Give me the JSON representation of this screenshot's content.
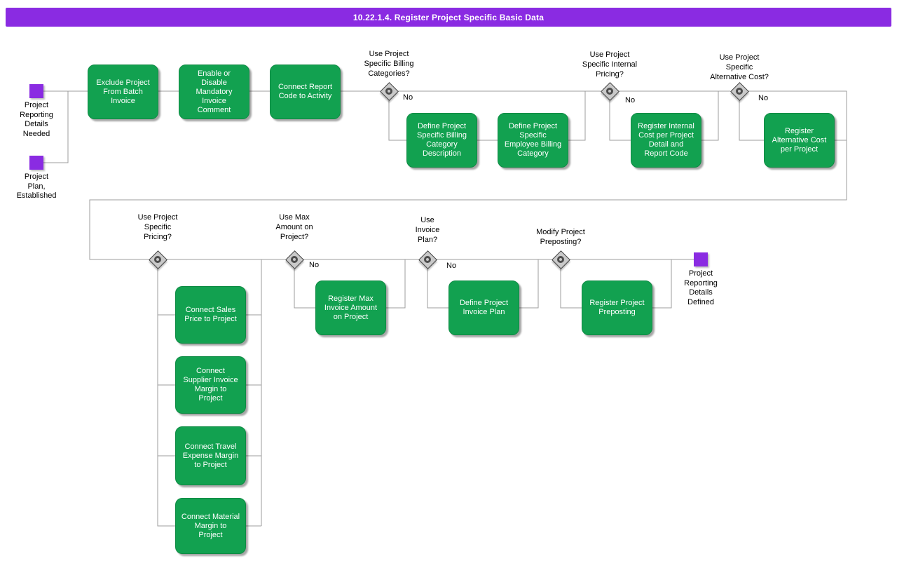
{
  "title": "10.22.1.4. Register Project Specific Basic Data",
  "colors": {
    "header": "#8A2BE2",
    "activity": "#12A150",
    "event": "#8A2BE2",
    "line": "#9C9C9C"
  },
  "events": {
    "start1": {
      "label": "Project\nReporting\nDetails\nNeeded"
    },
    "start2": {
      "label": "Project\nPlan,\nEstablished"
    },
    "end1": {
      "label": "Project\nReporting\nDetails\nDefined"
    }
  },
  "activities": {
    "a1": {
      "label": "Exclude Project\nFrom Batch\nInvoice"
    },
    "a2": {
      "label": "Enable or\nDisable\nMandatory\nInvoice\nComment"
    },
    "a3": {
      "label": "Connect Report\nCode to Activity"
    },
    "a4": {
      "label": "Define Project\nSpecific Billing\nCategory\nDescription"
    },
    "a5": {
      "label": "Define Project\nSpecific\nEmployee Billing\nCategory"
    },
    "a6": {
      "label": "Register Internal\nCost per Project\nDetail and\nReport Code"
    },
    "a7": {
      "label": "Register\nAlternative Cost\nper Project"
    },
    "a8": {
      "label": "Connect Sales\nPrice to Project"
    },
    "a9": {
      "label": "Connect\nSupplier Invoice\nMargin to\nProject"
    },
    "a10": {
      "label": "Connect Travel\nExpense Margin\nto Project"
    },
    "a11": {
      "label": "Connect Material\nMargin to\nProject"
    },
    "a12": {
      "label": "Register Max\nInvoice Amount\non Project"
    },
    "a13": {
      "label": "Define Project\nInvoice Plan"
    },
    "a14": {
      "label": "Register Project\nPreposting"
    }
  },
  "decisions": {
    "d1": {
      "label": "Use Project\nSpecific Billing\nCategories?",
      "no": "No"
    },
    "d2": {
      "label": "Use Project\nSpecific Internal\nPricing?",
      "no": "No"
    },
    "d3": {
      "label": "Use Project\nSpecific\nAlternative Cost?",
      "no": "No"
    },
    "d4": {
      "label": "Use Project\nSpecific\nPricing?"
    },
    "d5": {
      "label": "Use Max\nAmount on\nProject?",
      "no": "No"
    },
    "d6": {
      "label": "Use\nInvoice\nPlan?",
      "no": "No"
    },
    "d7": {
      "label": "Modify Project\nPreposting?"
    }
  }
}
